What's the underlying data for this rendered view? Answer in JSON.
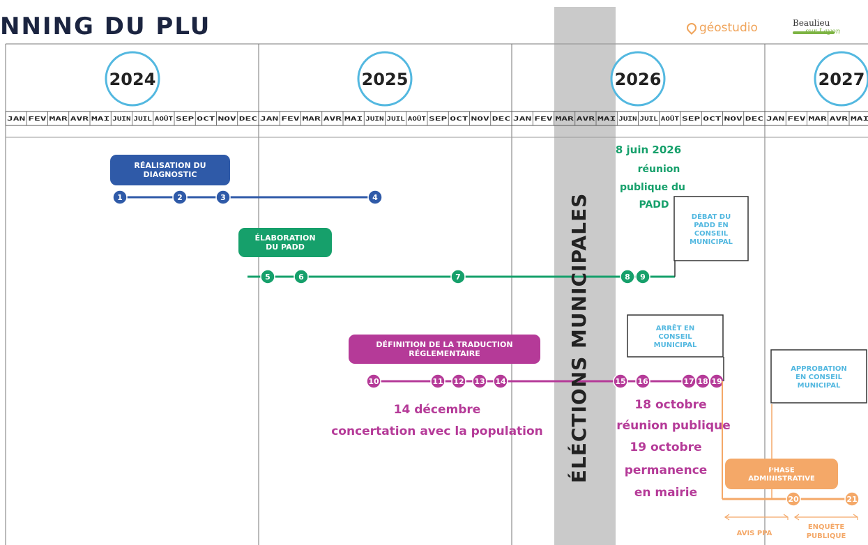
{
  "title": "NNING DU PLU",
  "logos": {
    "left": "géostudio",
    "right_main": "Beaulieu",
    "right_sub": "sur Layon"
  },
  "years": [
    "2024",
    "2025",
    "2026",
    "2027"
  ],
  "months": [
    "JAN",
    "FEV",
    "MAR",
    "AVR",
    "MAI",
    "JUIN",
    "JUIL",
    "AOÛT",
    "SEP",
    "OCT",
    "NOV",
    "DEC"
  ],
  "last_year_months": [
    "JAN",
    "FEV",
    "MAR",
    "AVR",
    "MAI"
  ],
  "elections_label": "ÉLÉCTIONS MUNICIPALES",
  "phases": [
    {
      "label_lines": [
        "RÉALISATION DU",
        "DIAGNOSTIC"
      ],
      "color": "#2f5aa8",
      "nodes": [
        "1",
        "2",
        "3",
        "4"
      ]
    },
    {
      "label_lines": [
        "ÉLABORATION",
        "DU PADD"
      ],
      "color": "#16a06b",
      "nodes": [
        "5",
        "6",
        "7",
        "8",
        "9"
      ]
    },
    {
      "label_lines": [
        "DÉFINITION DE LA TRADUCTION",
        "RÉGLEMENTAIRE"
      ],
      "color": "#b53a98",
      "nodes": [
        "10",
        "11",
        "12",
        "13",
        "14",
        "15",
        "16",
        "17",
        "18",
        "19"
      ]
    },
    {
      "label_lines": [
        "PHASE",
        "ADMINISTRATIVE"
      ],
      "color": "#f4a868",
      "nodes": [
        "20",
        "21"
      ]
    }
  ],
  "notes": {
    "padd_meeting": [
      "8 juin 2026",
      "réunion",
      "publique du",
      "PADD"
    ],
    "concertation": [
      "14 décembre",
      "concertation avec la population"
    ],
    "october": [
      "18 octobre",
      "réunion publique",
      "19 octobre",
      "permanence",
      "en mairie"
    ]
  },
  "boxes": {
    "debat": [
      "DÉBAT DU",
      "PADD EN",
      "CONSEIL",
      "MUNICIPAL"
    ],
    "arret": [
      "ARRÊT EN",
      "CONSEIL",
      "MUNICIPAL"
    ],
    "approbation": [
      "APPROBATION",
      "EN CONSEIL",
      "MUNICIPAL"
    ]
  },
  "bottom_labels": {
    "avis": "AVIS PPA",
    "enquete": [
      "ENQUÊTE",
      "PUBLIQUE"
    ]
  },
  "colors": {
    "blue": "#2f5aa8",
    "green": "#16a06b",
    "magenta": "#b53a98",
    "orange": "#f4a868",
    "cyan": "#53b8e0",
    "grey_band": "#9e9e9e"
  }
}
